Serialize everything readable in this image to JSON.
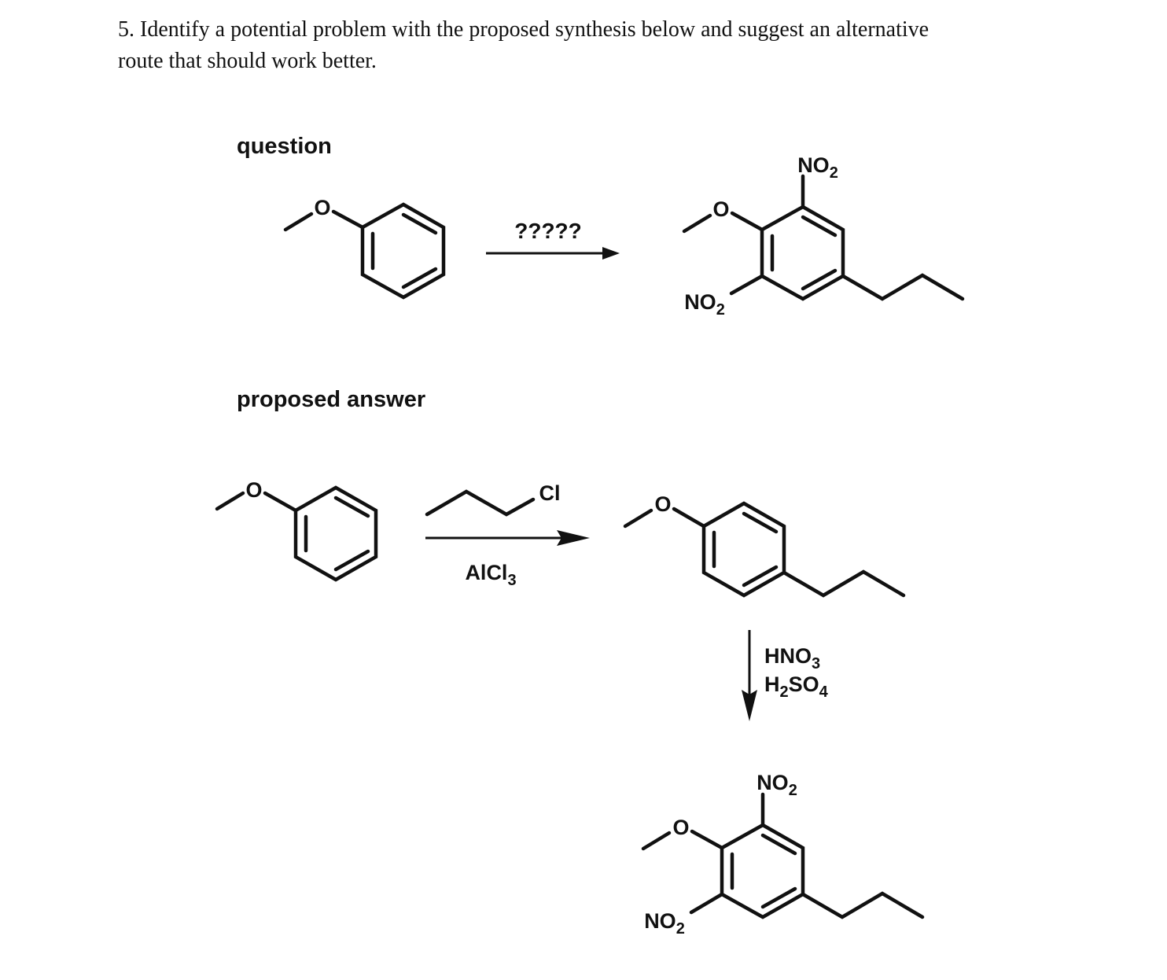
{
  "question": {
    "line1": "5. Identify a potential problem with the proposed synthesis below and suggest an alternative",
    "line2": "route that should work better."
  },
  "labels": {
    "question": "question",
    "proposed_answer": "proposed answer"
  },
  "atoms": {
    "oxygen": "O",
    "nitro_N": "NO",
    "nitro_sub": "2",
    "chlorine": "Cl"
  },
  "reagents": {
    "unknown": "?????",
    "alcl3_main": "AlCl",
    "alcl3_sub": "3",
    "hno3_main": "HNO",
    "hno3_sub": "3",
    "h2so4_h": "H",
    "h2so4_sub1": "2",
    "h2so4_so": "SO",
    "h2so4_sub2": "4"
  },
  "colors": {
    "ink": "#111111",
    "background": "#ffffff"
  }
}
